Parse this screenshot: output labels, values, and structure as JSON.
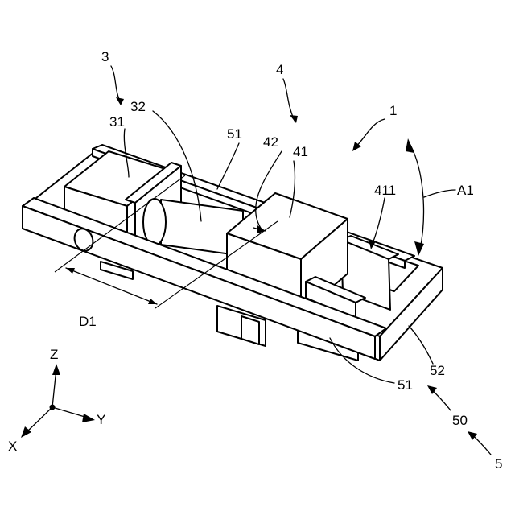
{
  "labels": {
    "n1": "1",
    "n3": "3",
    "n4": "4",
    "n5": "5",
    "n31": "31",
    "n32": "32",
    "n41": "41",
    "n42": "42",
    "n411": "411",
    "n50": "50",
    "n51_top": "51",
    "n51_bottom": "51",
    "n52": "52",
    "a1": "A1",
    "d1": "D1"
  },
  "axes": {
    "x": "X",
    "y": "Y",
    "z": "Z"
  }
}
